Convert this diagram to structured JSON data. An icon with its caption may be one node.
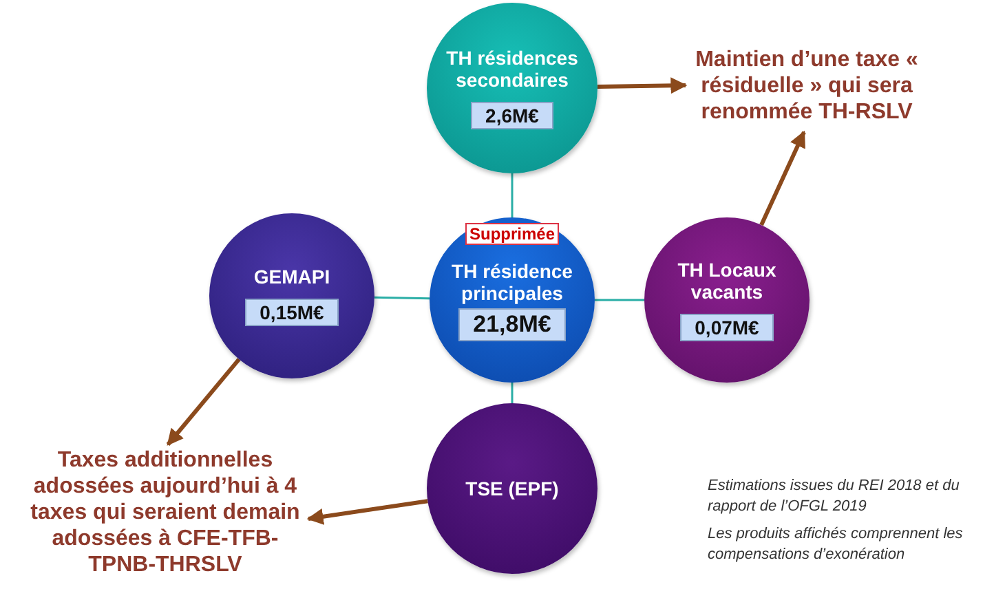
{
  "diagram": {
    "nodes": [
      {
        "text": [
          "TH résidences secondaires",
          "2,6M€"
        ]
      },
      {
        "text": [
          "GEMAPI",
          "0,15M€"
        ]
      },
      {
        "text": [
          "Supprimée",
          "TH résidence principales",
          "21,8M€"
        ]
      },
      {
        "text": [
          "TH  Locaux vacants",
          "0,07M€"
        ]
      },
      {
        "text": [
          "TSE (EPF)"
        ]
      },
      {
        "text": [
          "Maintien d’une taxe « résiduelle » qui sera renommée TH-RSLV"
        ]
      },
      {
        "text": [
          "Taxes additionnelles adossées aujourd’hui à 4 taxes qui seraient demain adossées à CFE-TFB-TPNB-THRSLV"
        ]
      }
    ],
    "edges": [
      {
        "from": 0,
        "to": 2,
        "arrow": "none"
      },
      {
        "from": 1,
        "to": 2,
        "arrow": "none"
      },
      {
        "from": 2,
        "to": 3,
        "arrow": "none"
      },
      {
        "from": 2,
        "to": 4,
        "arrow": "none"
      },
      {
        "from": 0,
        "to": 5,
        "arrow": "to",
        "style": "thick",
        "color": "#8b4a1c"
      },
      {
        "from": 3,
        "to": 5,
        "arrow": "to",
        "style": "thick",
        "color": "#8b4a1c"
      },
      {
        "from": 1,
        "to": 6,
        "arrow": "to",
        "style": "thick",
        "color": "#8b4a1c"
      },
      {
        "from": 4,
        "to": 6,
        "arrow": "to",
        "style": "thick",
        "color": "#8b4a1c"
      }
    ],
    "labels": [
      "Estimations issues du REI 2018 et du rapport de l’OFGL 2019",
      "Les produits affichés comprennent les compensations d’exonération"
    ]
  }
}
